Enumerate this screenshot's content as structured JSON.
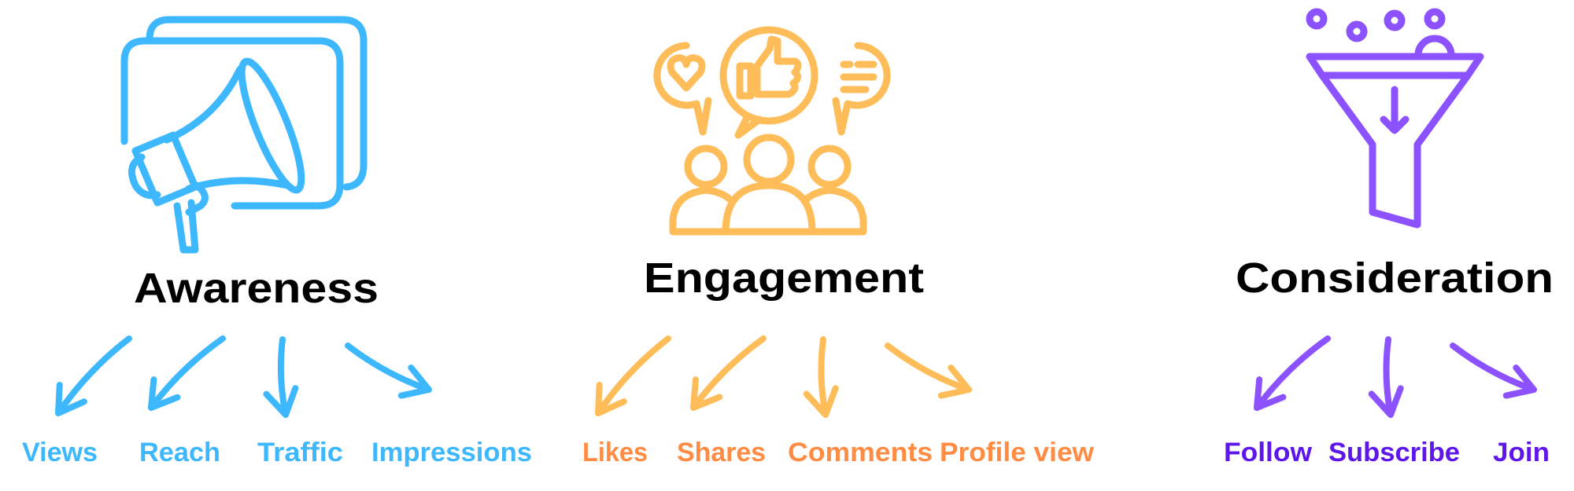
{
  "colors": {
    "awareness": "#3db8ff",
    "engagement_icon": "#ffbd59",
    "engagement_label": "#ff8c42",
    "consideration_icon": "#8c52ff",
    "consideration_label": "#5e17eb",
    "title": "#000000"
  },
  "stages": [
    {
      "title": "Awareness",
      "icon": "megaphone-icon",
      "metrics": [
        "Views",
        "Reach",
        "Traffic",
        "Impressions"
      ]
    },
    {
      "title": "Engagement",
      "icon": "community-feedback-icon",
      "metrics": [
        "Likes",
        "Shares",
        "Comments",
        "Profile view"
      ]
    },
    {
      "title": "Consideration",
      "icon": "funnel-icon",
      "metrics": [
        "Follow",
        "Subscribe",
        "Join"
      ]
    }
  ]
}
